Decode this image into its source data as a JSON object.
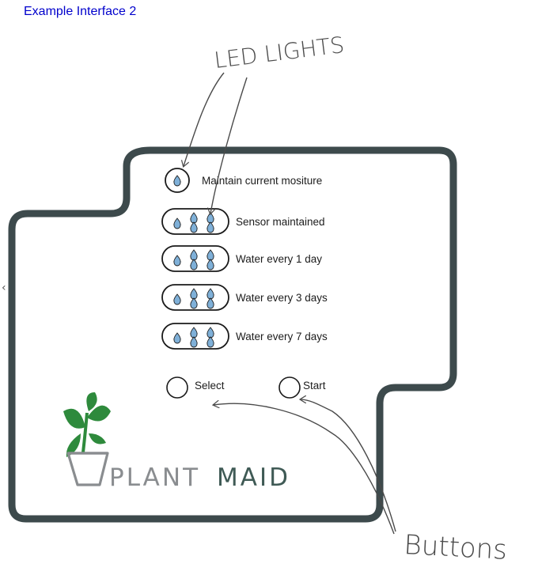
{
  "title": "Example Interface 2",
  "nav": {
    "left_chevron": "‹"
  },
  "colors": {
    "title": "#0000cc",
    "panel_border": "#3d4a4c",
    "drop_fill": "#7fb0d8",
    "leaf_green": "#2e8a3c",
    "brand_light": "#8a8d90",
    "brand_dark": "#3f5a55"
  },
  "leds": [
    {
      "label": "Maintain current mositure",
      "drops": 1
    },
    {
      "label": "Sensor maintained",
      "drops": 5
    },
    {
      "label": "Water every 1 day",
      "drops": 5
    },
    {
      "label": "Water every 3 days",
      "drops": 5
    },
    {
      "label": "Water every 7 days",
      "drops": 5
    }
  ],
  "buttons": [
    {
      "label": "Select"
    },
    {
      "label": "Start"
    }
  ],
  "brand": {
    "part1": "PLANT",
    "part2": "MAID"
  },
  "annotations": {
    "led": "LED LIGHTS",
    "buttons": "Buttons"
  }
}
